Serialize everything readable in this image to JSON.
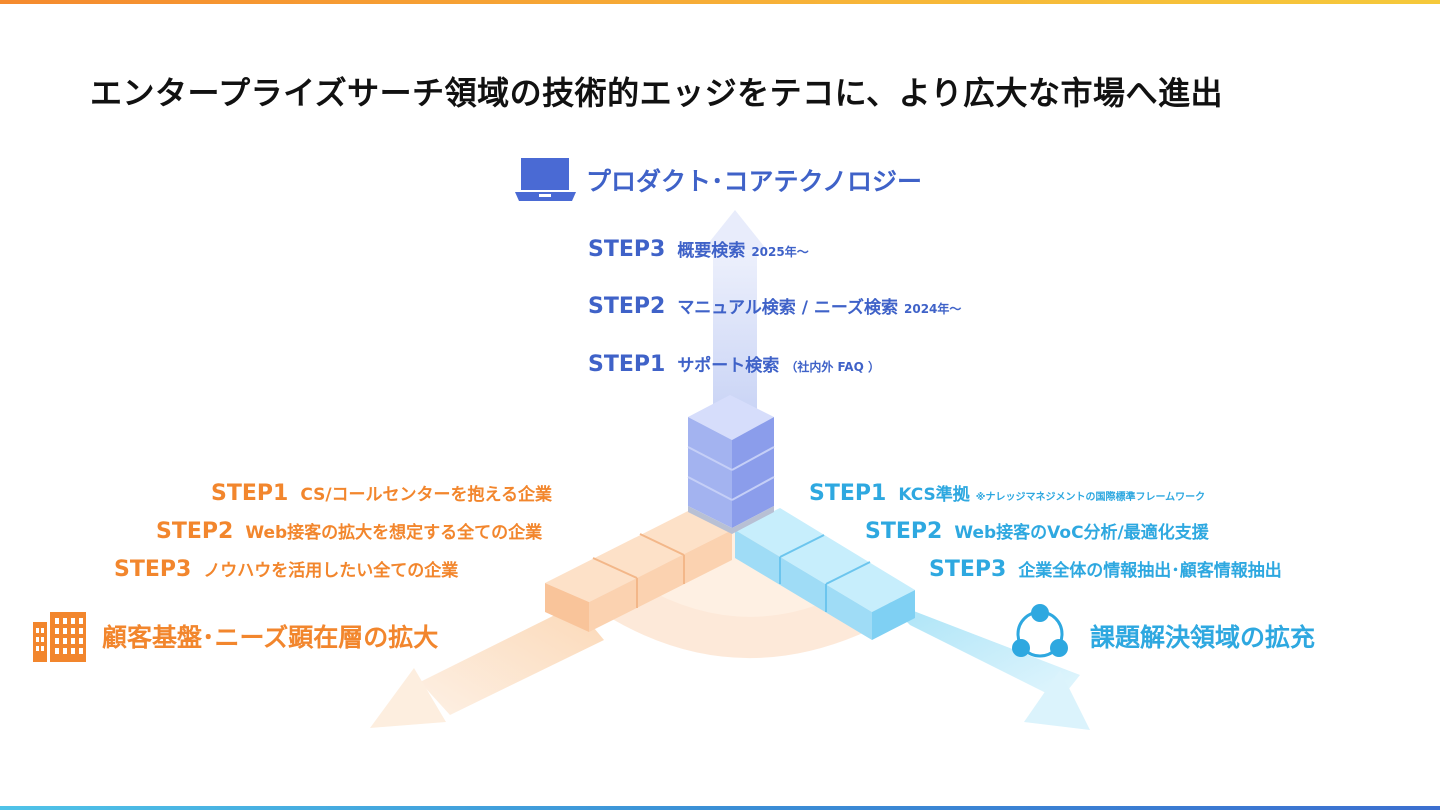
{
  "title": "エンタープライズサーチ領域の技術的エッジをテコに、より広大な市場へ進出",
  "axes": {
    "product": {
      "heading": "プロダクト･コアテクノロジー",
      "icon": "laptop-icon",
      "color": "#3f62c8",
      "steps": [
        {
          "step": "STEP3",
          "text": "概要検索",
          "note": "2025年〜"
        },
        {
          "step": "STEP2",
          "text": "マニュアル検索 / ニーズ検索",
          "note": "2024年〜"
        },
        {
          "step": "STEP1",
          "text": "サポート検索",
          "note": "（社内外 FAQ ）"
        }
      ]
    },
    "customer": {
      "heading": "顧客基盤･ニーズ顕在層の拡大",
      "icon": "building-icon",
      "color": "#f2862d",
      "steps": [
        {
          "step": "STEP1",
          "text": "CS/コールセンターを抱える企業"
        },
        {
          "step": "STEP2",
          "text": "Web接客の拡大を想定する全ての企業"
        },
        {
          "step": "STEP3",
          "text": "ノウハウを活用したい全ての企業"
        }
      ]
    },
    "problem": {
      "heading": "課題解決領域の拡充",
      "icon": "network-icon",
      "color": "#2ea8e0",
      "steps": [
        {
          "step": "STEP1",
          "text": "KCS準拠",
          "note": "※ナレッジマネジメントの国際標準フレームワーク"
        },
        {
          "step": "STEP2",
          "text": "Web接客のVoC分析/最適化支援"
        },
        {
          "step": "STEP3",
          "text": "企業全体の情報抽出･顧客情報抽出"
        }
      ]
    }
  }
}
